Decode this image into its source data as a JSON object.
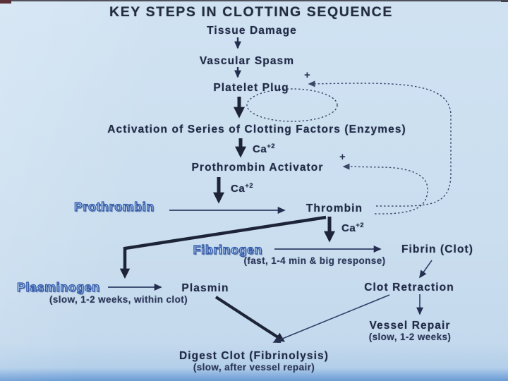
{
  "title": "KEY STEPS IN CLOTTING SEQUENCE",
  "nodes": {
    "tissue_damage": {
      "label": "Tissue Damage"
    },
    "vascular_spasm": {
      "label": "Vascular Spasm"
    },
    "platelet_plug": {
      "label": "Platelet Plug"
    },
    "activation": {
      "label": "Activation of Series of Clotting Factors (Enzymes)"
    },
    "prothrombin_activator": {
      "label": "Prothrombin Activator"
    },
    "prothrombin": {
      "label": "Prothrombin"
    },
    "thrombin": {
      "label": "Thrombin"
    },
    "fibrinogen": {
      "label": "Fibrinogen"
    },
    "fibrin": {
      "label": "Fibrin (Clot)",
      "note": "(fast, 1-4 min & big response)"
    },
    "plasminogen": {
      "label": "Plasminogen"
    },
    "plasmin": {
      "label": "Plasmin",
      "note": "(slow, 1-2 weeks, within clot)"
    },
    "clot_retraction": {
      "label": "Clot Retraction"
    },
    "vessel_repair": {
      "label": "Vessel Repair",
      "note": "(slow, 1-2 weeks)"
    },
    "digest_clot": {
      "label": "Digest Clot (Fibrinolysis)",
      "note": "(slow, after vessel repair)"
    }
  },
  "symbols": {
    "ca_base": "Ca",
    "ca_sup": "+2",
    "plus": "+"
  },
  "colors": {
    "slide_background": "#cadeef",
    "text": "#202a46",
    "blue_word_fill": "#aaccf0",
    "blue_word_outline": "#2e54a4",
    "arrow": "#1e2438",
    "dotted_feedback": "#3a4668"
  }
}
